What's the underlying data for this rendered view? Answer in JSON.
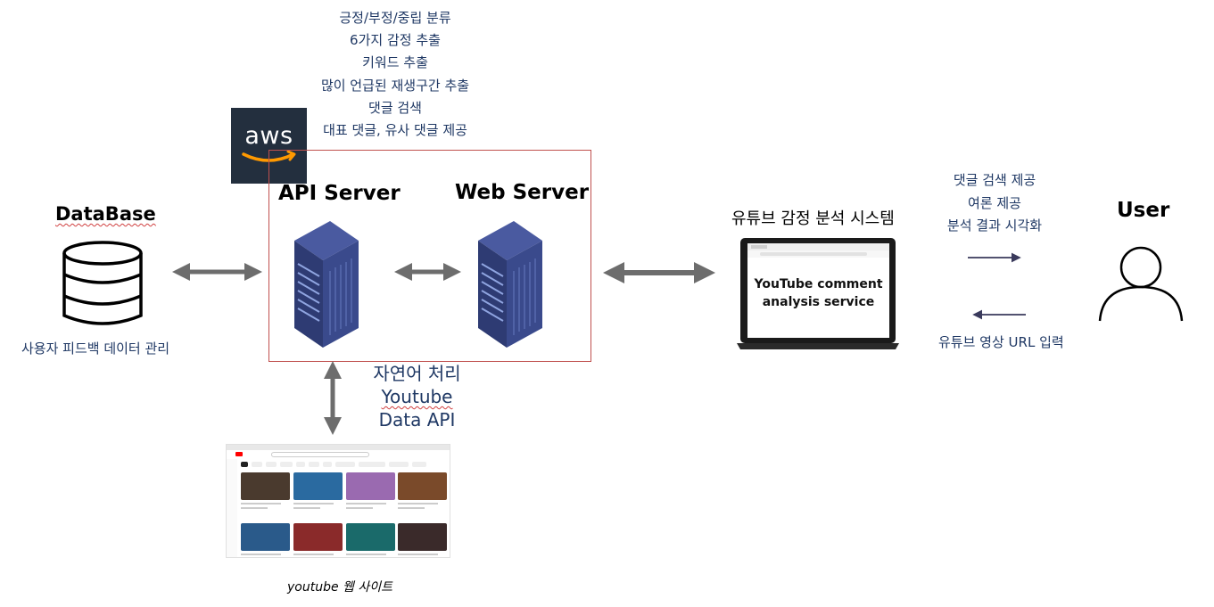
{
  "features": [
    "긍정/부정/중립 분류",
    "6가지 감정 추출",
    "키워드 추출",
    "많이 언급된 재생구간 추출",
    "댓글 검색",
    "대표 댓글, 유사 댓글 제공"
  ],
  "aws_logo": {
    "text": "aws",
    "color": "#232f3e",
    "smile_color": "#ff9900"
  },
  "servers": {
    "api_label": "API Server",
    "web_label": "Web Server",
    "box_color": "#c0504d",
    "server_color": "#2e3b73"
  },
  "database": {
    "label": "DataBase",
    "caption": "사용자 피드백 데이터 관리"
  },
  "system": {
    "title": "유튜브 감정 분석 시스템",
    "screen_line1": "YouTube comment",
    "screen_line2": "analysis service"
  },
  "user": {
    "label": "User",
    "features": [
      "댓글 검색 제공",
      "여론 제공",
      "분석 결과 시각화"
    ],
    "input_label": "유튜브 영상 URL 입력"
  },
  "external": {
    "nlp_label": "자연어 처리",
    "youtube_label": "Youtube",
    "data_api_label": "Data API",
    "site_caption": "youtube 웹 사이트"
  },
  "colors": {
    "text": "#1f3864",
    "arrow": "#6d6d6d",
    "user_arrow": "#3a3a5c"
  }
}
